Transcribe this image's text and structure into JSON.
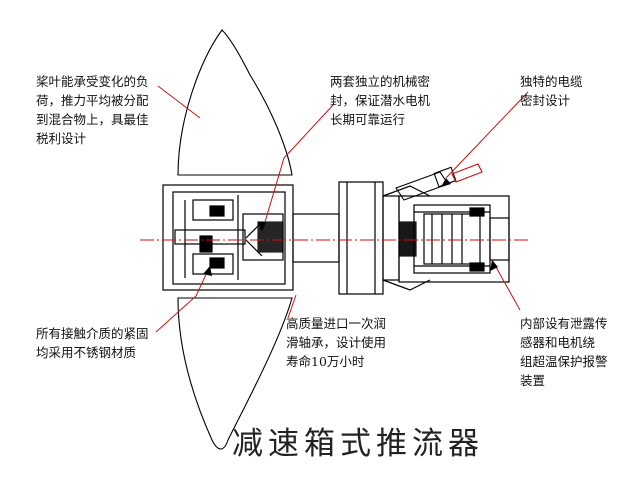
{
  "diagram": {
    "title": "减速箱式推流器",
    "annotations": [
      {
        "id": "blade",
        "text": "桨叶能承受变化的负\n荷，推力平均被分配\n到混合物上，具最佳\n税利设计"
      },
      {
        "id": "seal",
        "text": "两套独立的机械密\n封，保证潜水电机\n长期可靠运行"
      },
      {
        "id": "cable",
        "text": "独特的电缆\n密封设计"
      },
      {
        "id": "material",
        "text": "所有接触介质的紧固\n均采用不锈钢材质"
      },
      {
        "id": "bearing",
        "text": "高质量进口一次润\n滑轴承，设计使用\n寿命10万小时"
      },
      {
        "id": "sensor",
        "text": "内部设有泄露传\n感器和电机绕\n组超温保护报警\n装置"
      }
    ]
  },
  "colors": {
    "line": "#000000",
    "leader": "#cc1111",
    "axis": "#cc1111"
  }
}
